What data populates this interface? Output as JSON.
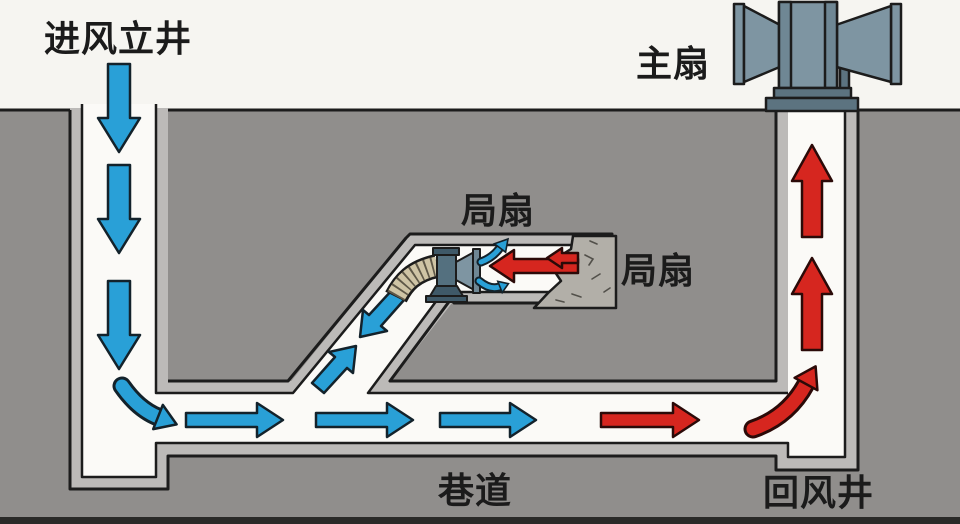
{
  "diagram_title": "mine-ventilation-schematic",
  "labels": {
    "intake_shaft": "进风立井",
    "main_fan": "主扇",
    "local_fan_top": "局扇",
    "local_fan_right": "局扇",
    "roadway": "巷道",
    "return_shaft": "回风井"
  },
  "colors": {
    "sky": "#f6f5f1",
    "ground": "#908e8c",
    "lining": "#bcbab8",
    "interior": "#fbfaf7",
    "outline": "#1c1c1c",
    "fresh_air": "#29a0d7",
    "return_air": "#d6261f",
    "arrow_outline": "#13222b",
    "red_outline": "#2b0a08",
    "fan_body": "#7e95a2",
    "fan_flange": "#6f8794",
    "fan_dark": "#5c7380",
    "local_fan_body": "#54707f",
    "local_fan_dark": "#3f5968",
    "duct": "#cfc4a5",
    "duct_rib": "#4a4436",
    "rock_face": "#b2afa8",
    "rock_crack": "#52504a",
    "bottom_band": "#2a2a28",
    "label": "#1b1b1b"
  }
}
